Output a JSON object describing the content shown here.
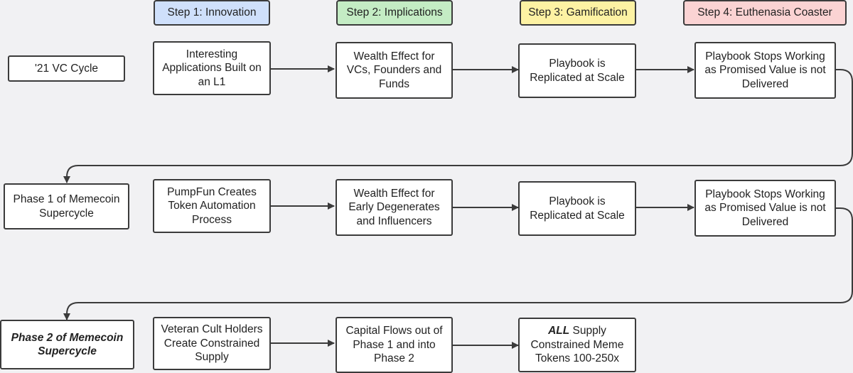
{
  "colors": {
    "step1": "#cfe0fb",
    "step2": "#c4ecc4",
    "step3": "#fdf2a3",
    "step4": "#fbd3d3",
    "border": "#3b3b3b",
    "background": "#f1f1f3"
  },
  "headers": [
    "Step 1: Innovation",
    "Step 2: Implications",
    "Step 3: Gamification",
    "Step 4: Euthenasia Coaster"
  ],
  "rows": [
    {
      "phase": "'21 VC Cycle",
      "steps": [
        "Interesting Applications Built on an L1",
        "Wealth Effect for VCs, Founders and Funds",
        "Playbook is Replicated at Scale",
        "Playbook Stops Working as Promised Value is not Delivered"
      ]
    },
    {
      "phase": "Phase 1 of Memecoin Supercycle",
      "steps": [
        "PumpFun Creates Token Automation Process",
        "Wealth Effect for Early Degenerates and Influencers",
        "Playbook is Replicated at Scale",
        "Playbook Stops Working as Promised Value is not Delivered"
      ]
    },
    {
      "phase": "Phase 2 of Memecoin Supercycle",
      "steps": [
        "Veteran Cult Holders Create Constrained Supply",
        "Capital Flows out of Phase 1 and into Phase 2",
        {
          "emphasis": "ALL",
          "rest": " Supply Constrained Meme Tokens 100-250x"
        }
      ]
    }
  ]
}
